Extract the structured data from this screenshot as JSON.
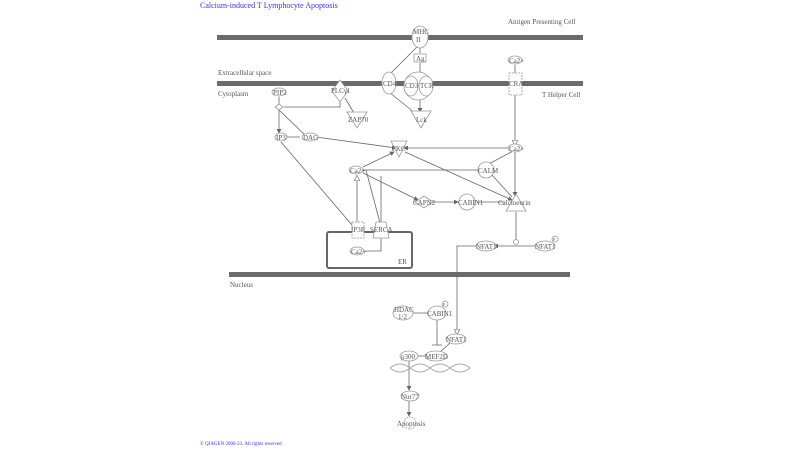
{
  "title": "Calcium-induced T Lymphocyte Apoptosis",
  "copyright": "© QIAGEN 2000-23. All rights reserved",
  "compartments": {
    "apc": "Antigen Presenting Cell",
    "extracellular": "Extracellular space",
    "cytoplasm": "Cytoplasm",
    "th": "T Helper Cell",
    "nucleus": "Nucleus",
    "er": "ER"
  },
  "nodes": {
    "mhc1": "MHC",
    "mhc2": "II",
    "ag": "Ag",
    "cd4": "CD4",
    "cd3": "CD3",
    "tcr": "TCR",
    "ca_out": "Ca2+",
    "crac": "CRAC",
    "pip2": "PIP2",
    "plcg1": "PLCγ1",
    "zap70": "ZAP70",
    "lck": "Lck",
    "ip3": "IP3",
    "dag": "DAG",
    "pkc": "PKC",
    "ca_right": "Ca2+",
    "ca_left": "Ca2+",
    "calm": "CALM",
    "capn2": "CAPN2",
    "cabin1": "CABIN1",
    "calcineurin": "Calcineurin",
    "ip3r": "IP3R",
    "serca": "SERCA",
    "ca_er": "Ca2+",
    "nfat1_a": "NFAT1",
    "nfat1_b": "NFAT1",
    "p": "P",
    "hdac1": "HDAC",
    "hdac2": "1/2",
    "cabin1_n": "CABIN1",
    "p_n": "P",
    "nfat1_n": "NFAT1",
    "p300": "p300",
    "mef2d": "MEF2D",
    "nur77": "Nur77",
    "apoptosis": "Apoptosis"
  }
}
